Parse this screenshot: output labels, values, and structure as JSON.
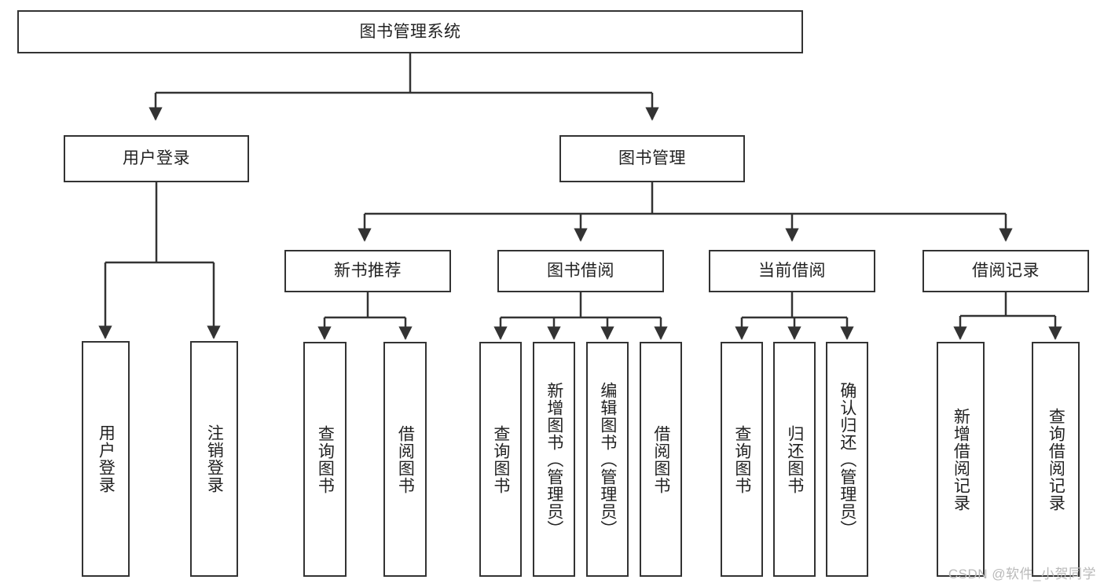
{
  "diagram": {
    "title": "图书管理系统",
    "type": "tree-hierarchy-diagram",
    "colors": {
      "background": "#ffffff",
      "box_border": "#333333",
      "box_fill": "#ffffff",
      "text": "#222222",
      "edge": "#333333",
      "watermark": "#b9b9b9"
    },
    "root": {
      "label": "图书管理系统"
    },
    "level2": [
      {
        "id": "user-login",
        "label": "用户登录"
      },
      {
        "id": "book-management",
        "label": "图书管理"
      }
    ],
    "level3": [
      {
        "id": "new-book-recommend",
        "label": "新书推荐"
      },
      {
        "id": "book-borrow",
        "label": "图书借阅"
      },
      {
        "id": "current-borrow",
        "label": "当前借阅"
      },
      {
        "id": "borrow-record",
        "label": "借阅记录"
      }
    ],
    "leaves": {
      "user_login": [
        {
          "id": "leaf-user-login",
          "label": "用户登录"
        },
        {
          "id": "leaf-logout-login",
          "label": "注销登录"
        }
      ],
      "new_book_recommend": [
        {
          "id": "leaf-query-book-1",
          "label": "查询图书"
        },
        {
          "id": "leaf-borrow-book-1",
          "label": "借阅图书"
        }
      ],
      "book_borrow": [
        {
          "id": "leaf-query-book-2",
          "label": "查询图书"
        },
        {
          "id": "leaf-add-book",
          "label": "新增图书（管理员）"
        },
        {
          "id": "leaf-edit-book",
          "label": "编辑图书（管理员）"
        },
        {
          "id": "leaf-borrow-book-2",
          "label": "借阅图书"
        }
      ],
      "current_borrow": [
        {
          "id": "leaf-query-book-3",
          "label": "查询图书"
        },
        {
          "id": "leaf-return-book",
          "label": "归还图书"
        },
        {
          "id": "leaf-confirm-return",
          "label": "确认归还（管理员）"
        }
      ],
      "borrow_record": [
        {
          "id": "leaf-add-record",
          "label": "新增借阅记录"
        },
        {
          "id": "leaf-query-record",
          "label": "查询借阅记录"
        }
      ]
    }
  },
  "watermark": {
    "text": "CSDN @软件_小贺同学"
  }
}
